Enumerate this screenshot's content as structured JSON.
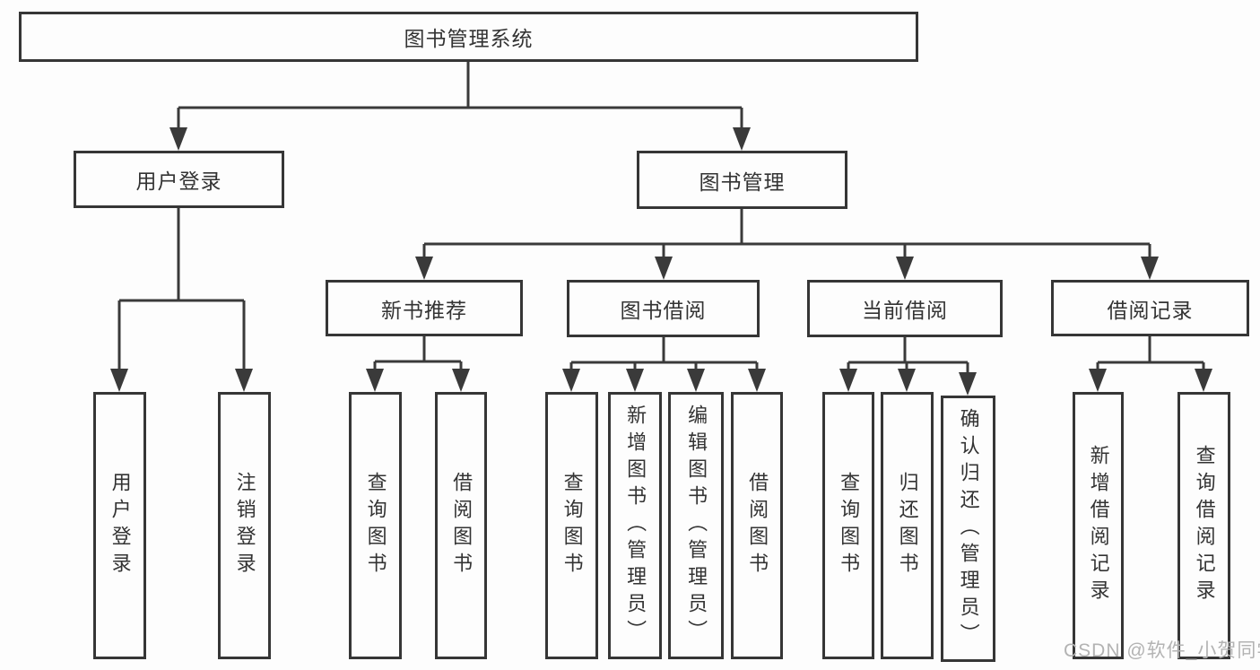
{
  "tree": {
    "root": {
      "label": "图书管理系统"
    },
    "branches": [
      {
        "label": "用户登录",
        "children": [
          {
            "label": "用户登录"
          },
          {
            "label": "注销登录"
          }
        ]
      },
      {
        "label": "图书管理",
        "children": [
          {
            "label": "新书推荐",
            "children": [
              {
                "label": "查询图书"
              },
              {
                "label": "借阅图书"
              }
            ]
          },
          {
            "label": "图书借阅",
            "children": [
              {
                "label": "查询图书"
              },
              {
                "label": "新增图书（管理员）"
              },
              {
                "label": "编辑图书（管理员）"
              },
              {
                "label": "借阅图书"
              }
            ]
          },
          {
            "label": "当前借阅",
            "children": [
              {
                "label": "查询图书"
              },
              {
                "label": "归还图书"
              },
              {
                "label": "确认归还（管理员）"
              }
            ]
          },
          {
            "label": "借阅记录",
            "children": [
              {
                "label": "新增借阅记录"
              },
              {
                "label": "查询借阅记录"
              }
            ]
          }
        ]
      }
    ]
  },
  "watermark": "CSDN @软件_小贺同学",
  "colors": {
    "line": "#3a3a3a",
    "border": "#363636",
    "text": "#333333",
    "background": "#fdfdfd",
    "watermark": "#b3b3b3"
  }
}
